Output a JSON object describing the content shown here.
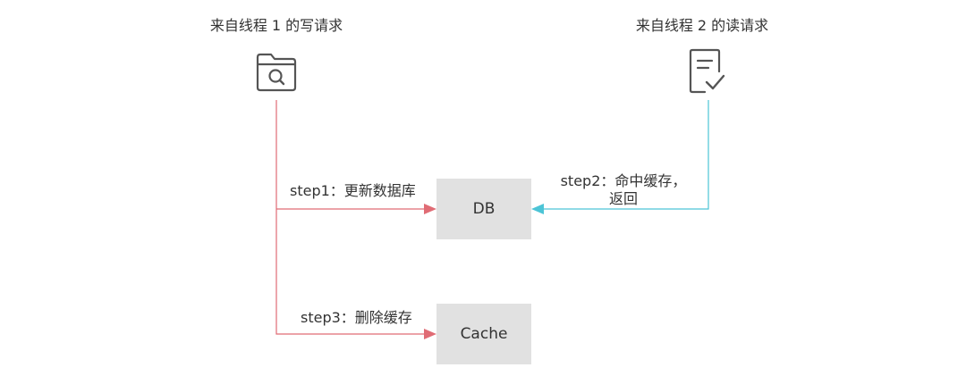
{
  "writer": {
    "title": "来自线程 1 的写请求",
    "icon": "folder-search-icon"
  },
  "reader": {
    "title": "来自线程 2 的读请求",
    "icon": "document-check-icon"
  },
  "nodes": {
    "db": "DB",
    "cache": "Cache"
  },
  "steps": {
    "step1": "step1：更新数据库",
    "step2_line1": "step2：命中缓存，",
    "step2_line2": "返回",
    "step3": "step3：删除缓存"
  },
  "colors": {
    "write_line": "#e06c75",
    "read_line": "#4cc4d6",
    "node_fill": "#e1e1e1",
    "icon_stroke": "#555555"
  }
}
